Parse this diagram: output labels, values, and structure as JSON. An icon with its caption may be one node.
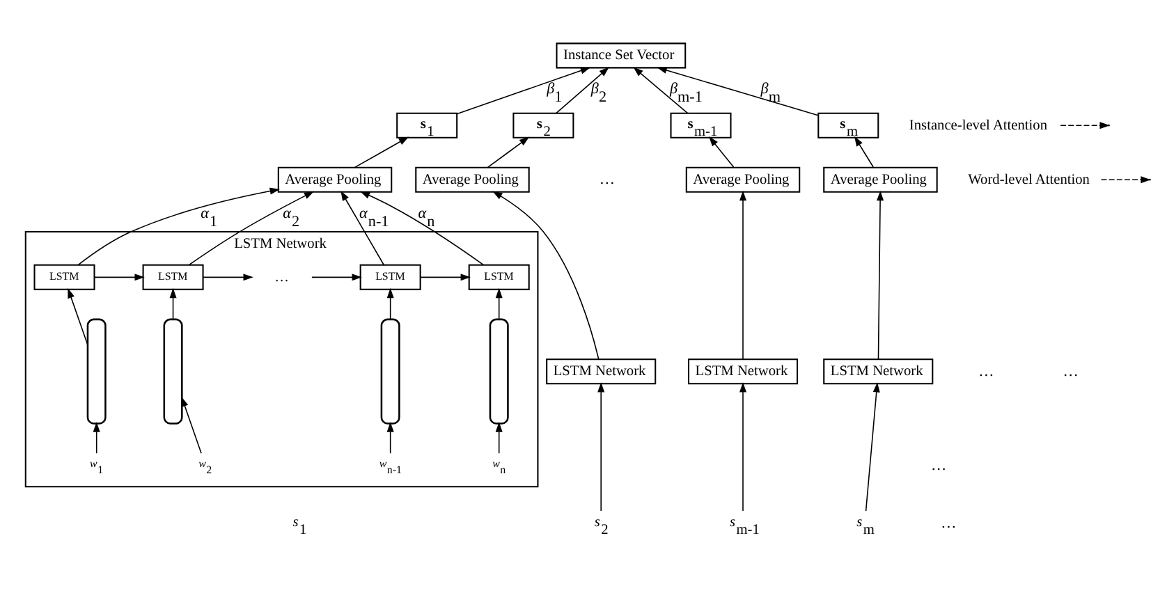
{
  "diagram": {
    "nodes": [
      {
        "text": [
          "Instance Set Vector"
        ]
      },
      {
        "text": [
          "**s**$_{1}$"
        ]
      },
      {
        "text": [
          "**s**$_{2}$"
        ]
      },
      {
        "text": [
          "**s**$_{m-1}$"
        ]
      },
      {
        "text": [
          "**s**$_{m}$"
        ]
      },
      {
        "text": [
          "Average Pooling"
        ]
      },
      {
        "text": [
          "Average Pooling"
        ]
      },
      {
        "text": [
          "Average Pooling"
        ]
      },
      {
        "text": [
          "Average Pooling"
        ]
      },
      {
        "text": [
          "LSTM Network"
        ]
      },
      {
        "text": [
          "LSTM"
        ],
        "in": 9
      },
      {
        "text": [
          "LSTM"
        ],
        "in": 9
      },
      {
        "text": [
          "…"
        ],
        "in": 9
      },
      {
        "text": [
          "LSTM"
        ],
        "in": 9
      },
      {
        "text": [
          "LSTM"
        ],
        "in": 9
      },
      {
        "text": [],
        "shape": "bar",
        "in": 9
      },
      {
        "text": [],
        "shape": "bar",
        "in": 9
      },
      {
        "text": [],
        "shape": "bar",
        "in": 9
      },
      {
        "text": [],
        "shape": "bar",
        "in": 9
      },
      {
        "text": [
          "*w*$_{1}$"
        ],
        "in": 9
      },
      {
        "text": [
          "*w*$_{2}$"
        ],
        "in": 9
      },
      {
        "text": [
          "*w*$_{n-1}$"
        ],
        "in": 9
      },
      {
        "text": [
          "*w*$_{n}$"
        ],
        "in": 9
      },
      {
        "text": [
          "LSTM Network"
        ]
      },
      {
        "text": [
          "LSTM Network"
        ]
      },
      {
        "text": [
          "LSTM Network"
        ]
      },
      {
        "text": [
          "*s*$_{1}$"
        ]
      },
      {
        "text": [
          "*s*$_{2}$"
        ]
      },
      {
        "text": [
          "*s*$_{m-1}$"
        ]
      },
      {
        "text": [
          "*s*$_{m}$"
        ]
      },
      {
        "text": [
          "Instance-level Attention"
        ]
      },
      {
        "text": [
          "Word-level Attention"
        ]
      }
    ],
    "edges": [
      {
        "from": 1,
        "to": 0,
        "arrow": "to",
        "label": "*β*$_{1}$"
      },
      {
        "from": 2,
        "to": 0,
        "arrow": "to",
        "label": "*β*$_{2}$"
      },
      {
        "from": 3,
        "to": 0,
        "arrow": "to",
        "label": "*β*$_{m-1}$"
      },
      {
        "from": 4,
        "to": 0,
        "arrow": "to",
        "label": "*β*$_{m}$"
      },
      {
        "from": 5,
        "to": 1,
        "arrow": "to"
      },
      {
        "from": 6,
        "to": 2,
        "arrow": "to"
      },
      {
        "from": 7,
        "to": 3,
        "arrow": "to"
      },
      {
        "from": 8,
        "to": 4,
        "arrow": "to"
      },
      {
        "from": 10,
        "to": 5,
        "arrow": "to",
        "label": "*α*$_{1}$"
      },
      {
        "from": 11,
        "to": 5,
        "arrow": "to",
        "label": "*α*$_{2}$"
      },
      {
        "from": 13,
        "to": 5,
        "arrow": "to",
        "label": "*α*$_{n-1}$"
      },
      {
        "from": 14,
        "to": 5,
        "arrow": "to",
        "label": "*α*$_{n}$"
      },
      {
        "from": 10,
        "to": 11,
        "arrow": "to"
      },
      {
        "from": 11,
        "to": 12,
        "arrow": "to"
      },
      {
        "from": 12,
        "to": 13,
        "arrow": "to"
      },
      {
        "from": 13,
        "to": 14,
        "arrow": "to"
      },
      {
        "from": 15,
        "to": 10,
        "arrow": "to"
      },
      {
        "from": 16,
        "to": 11,
        "arrow": "to"
      },
      {
        "from": 17,
        "to": 13,
        "arrow": "to"
      },
      {
        "from": 18,
        "to": 14,
        "arrow": "to"
      },
      {
        "from": 19,
        "to": 15,
        "arrow": "to"
      },
      {
        "from": 20,
        "to": 16,
        "arrow": "to"
      },
      {
        "from": 21,
        "to": 17,
        "arrow": "to"
      },
      {
        "from": 22,
        "to": 18,
        "arrow": "to"
      },
      {
        "from": 23,
        "to": 6,
        "arrow": "to"
      },
      {
        "from": 24,
        "to": 7,
        "arrow": "to"
      },
      {
        "from": 25,
        "to": 8,
        "arrow": "to"
      },
      {
        "from": 27,
        "to": 23,
        "arrow": "to"
      },
      {
        "from": 28,
        "to": 24,
        "arrow": "to"
      },
      {
        "from": 29,
        "to": 25,
        "arrow": "to"
      },
      {
        "from": 30,
        "to": null,
        "arrow": "to",
        "style": "dashed"
      },
      {
        "from": 31,
        "to": null,
        "arrow": "to",
        "style": "dashed"
      }
    ],
    "labels": [
      "…",
      "…",
      "…",
      "…",
      "…"
    ]
  }
}
